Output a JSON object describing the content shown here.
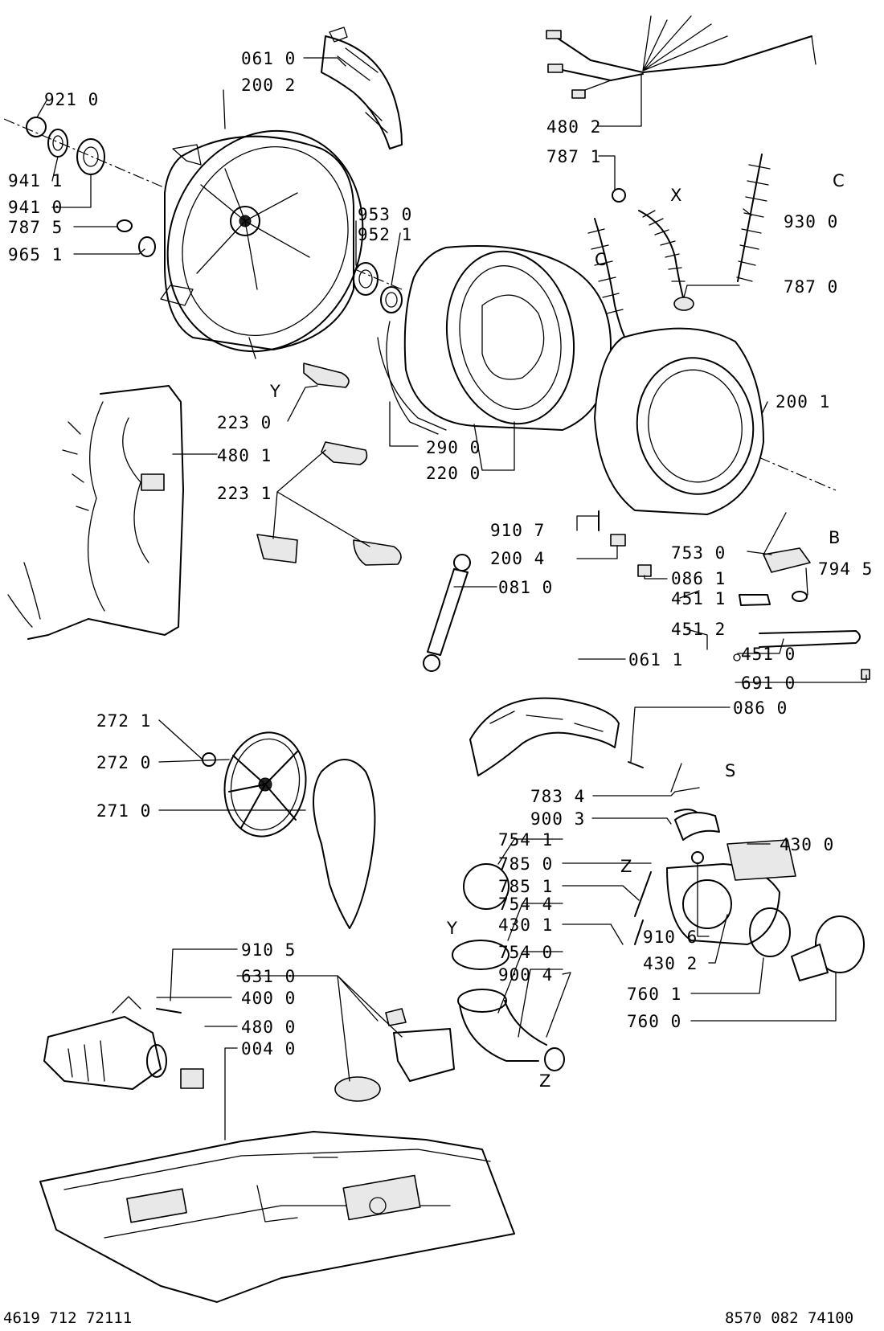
{
  "labels": {
    "p0610": "061 0",
    "p2002": "200 2",
    "p9210": "921 0",
    "p9411": "941 1",
    "p9410": "941 0",
    "p7875": "787 5",
    "p9651": "965 1",
    "p9530": "953 0",
    "p9521": "952 1",
    "p2230": "223 0",
    "p4801": "480 1",
    "p2231": "223 1",
    "p2900": "290 0",
    "p2200": "220 0",
    "p4802": "480 2",
    "p7871": "787 1",
    "p9300": "930 0",
    "p7870": "787 0",
    "p2001": "200 1",
    "p9107": "910 7",
    "p2004": "200 4",
    "p0810": "081 0",
    "p7530": "753 0",
    "p0861": "086 1",
    "p7945": "794 5",
    "p4511": "451 1",
    "p4512": "451 2",
    "p4510": "451 0",
    "p0611": "061 1",
    "p6910": "691 0",
    "p0860": "086 0",
    "p2721": "272 1",
    "p2720": "272 0",
    "p2710": "271 0",
    "p7834": "783 4",
    "p9003": "900 3",
    "p7541": "754 1",
    "p7850": "785 0",
    "p7851": "785 1",
    "p7544": "754 4",
    "p4301": "430 1",
    "p4300": "430 0",
    "p9106": "910 6",
    "p4302": "430 2",
    "p7601": "760 1",
    "p7600": "760 0",
    "p9105": "910 5",
    "p6310": "631 0",
    "p7540": "754 0",
    "p9004": "900 4",
    "p4000": "400 0",
    "p4800": "480 0",
    "p0040": "004 0"
  },
  "callouts": {
    "y_top": "Y",
    "x": "X",
    "c_left": "C",
    "c_right": "C",
    "b": "B",
    "s": "S",
    "z_top": "Z",
    "y_bottom": "Y",
    "z_bottom": "Z"
  },
  "footer": {
    "left_code": "4619 712 72111",
    "right_code": "8570 082 74100"
  }
}
